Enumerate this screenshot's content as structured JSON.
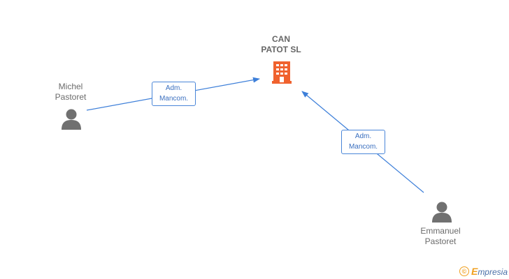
{
  "company": {
    "name_line1": "CAN",
    "name_line2": "PATOT SL",
    "icon": "building-icon",
    "icon_color": "#f0622e"
  },
  "persons": [
    {
      "first": "Michel",
      "last": "Pastoret",
      "icon": "person-icon"
    },
    {
      "first": "Emmanuel",
      "last": "Pastoret",
      "icon": "person-icon"
    }
  ],
  "relations": [
    {
      "line1": "Adm.",
      "line2": "Mancom."
    },
    {
      "line1": "Adm.",
      "line2": "Mancom."
    }
  ],
  "colors": {
    "edge": "#3d7fd9",
    "person": "#707070",
    "text": "#666666"
  },
  "watermark": {
    "symbol": "©",
    "brand_first": "E",
    "brand_rest": "mpresia"
  }
}
